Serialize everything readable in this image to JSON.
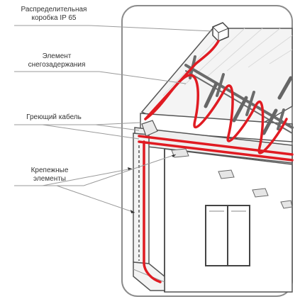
{
  "labels": {
    "junction_box": [
      "Распределительная",
      "коробка IP 65"
    ],
    "snow_guard": [
      "Элемент",
      "снегозадержания"
    ],
    "heating_cable": [
      "Греющий кабель"
    ],
    "fasteners": [
      "Крепежные",
      "элементы"
    ]
  },
  "colors": {
    "cable": "#e01b22",
    "outline": "#4a4a4a",
    "roof_fill": "#f2f2f2",
    "wall_fill": "#ffffff",
    "leader": "#9a9a9a"
  }
}
